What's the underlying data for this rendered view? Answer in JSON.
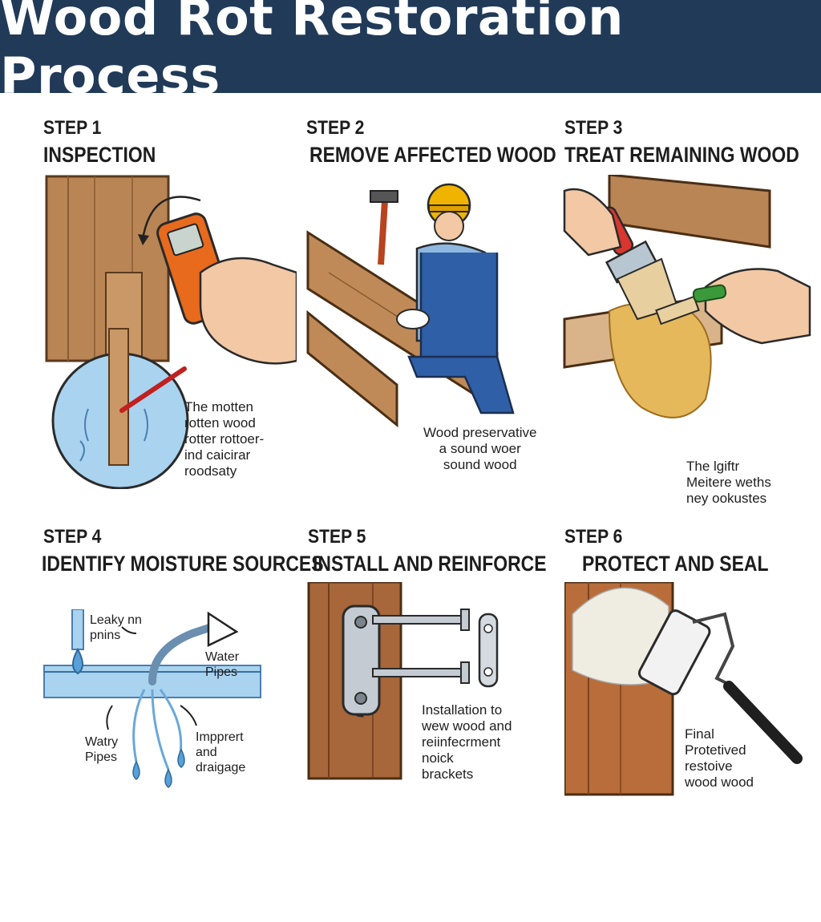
{
  "title": "Wood Rot Restoration Process",
  "colors": {
    "banner": "#213a58",
    "wood": "#b98555",
    "water": "#a9d3ef"
  },
  "steps": [
    {
      "number": "STEP 1",
      "title": "INSPECTION",
      "caption": "The motten\nrotten wood\nrotter rottoer-\nind caicirar\nroodsaty",
      "icon": "moisture-meter-icon"
    },
    {
      "number": "STEP 2",
      "title": "REMOVE AFFECTED WOOD",
      "caption": "Wood preservative\na sound woer\nsound wood",
      "icon": "hammer-icon"
    },
    {
      "number": "STEP 3",
      "title": "TREAT REMAINING WOOD",
      "caption": "The lgiftr\nMeitere weths\nney ookustes",
      "icon": "paintbrush-icon"
    },
    {
      "number": "STEP 4",
      "title": "IDENTIFY MOISTURE SOURCES",
      "labels": {
        "leak": "Leaky nn\npnins",
        "pipes": "Water\nPipes",
        "watry": "Watry\nPipes",
        "drain": "Impprert\nand\ndraigage"
      },
      "icon": "water-drop-icon"
    },
    {
      "number": "STEP 5",
      "title": "INSTALL AND REINFORCE",
      "caption": "Installation to\nwew wood and\nreiinfecrment\nnoick\nbrackets",
      "icon": "bracket-icon"
    },
    {
      "number": "STEP 6",
      "title": "PROTECT AND SEAL",
      "caption": "Final\nProtetived\nrestoive\nwood wood",
      "icon": "paint-roller-icon"
    }
  ]
}
